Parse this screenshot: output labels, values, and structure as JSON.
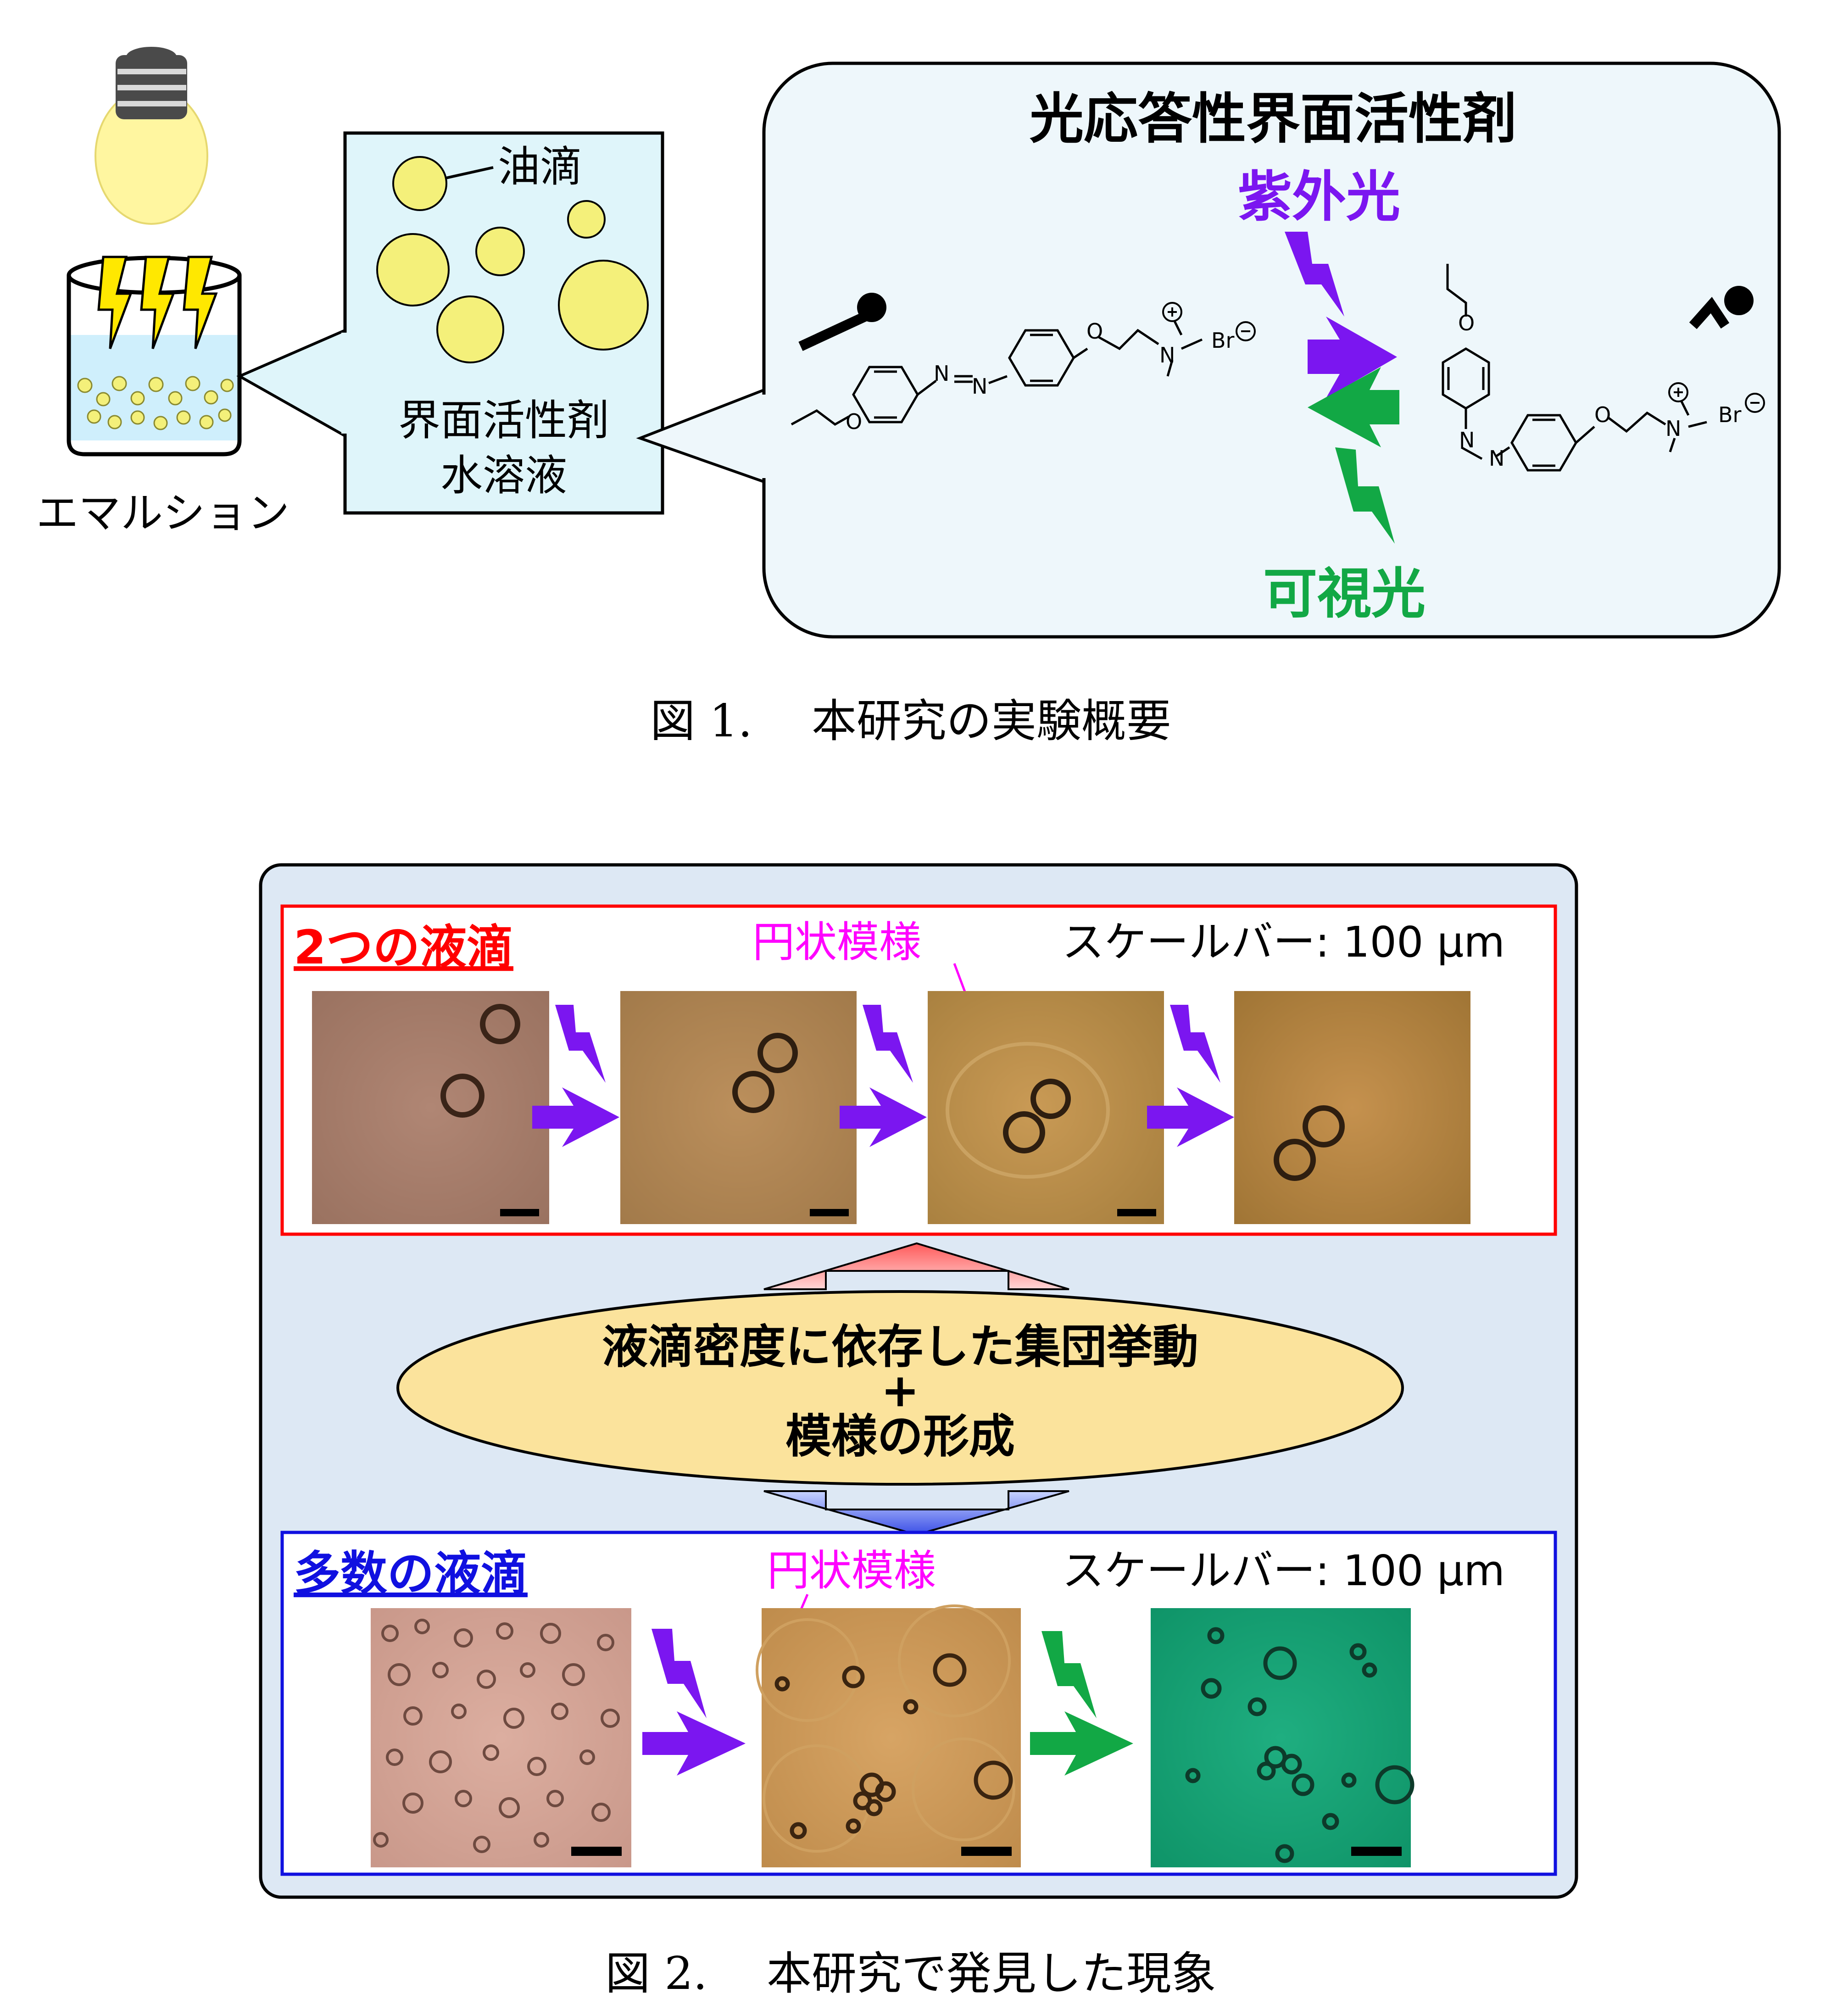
{
  "figure1": {
    "emulsion_label": "エマルション",
    "oil_droplet_label": "油滴",
    "surfactant_solution_label_line1": "界面活性剤",
    "surfactant_solution_label_line2": "水溶液",
    "bubble_title": "光応答性界面活性剤",
    "uv_label": "紫外光",
    "vis_label": "可視光",
    "counterion_left": "Br",
    "counterion_right": "Br",
    "atom_O": "O",
    "atom_N": "N",
    "caption": "図 1.　 本研究の実験概要",
    "colors": {
      "uv": "#7b16f0",
      "vis": "#12a845",
      "bulb": "#fff6a0",
      "droplet": "#f4f07a",
      "panel": "#dff5fa"
    }
  },
  "figure2": {
    "top_panel_title": "2つの液滴",
    "top_pattern_label": "円状模様",
    "top_scale_label": "スケールバー: 100 µm",
    "center_line1": "液滴密度に依存した集団挙動",
    "center_plus": "+",
    "center_line2": "模様の形成",
    "bottom_panel_title": "多数の液滴",
    "bottom_pattern_label": "円状模様",
    "bottom_scale_label": "スケールバー: 100 µm",
    "caption": "図 2.　 本研究で発見した現象",
    "colors": {
      "background": "#dde8f4",
      "top_border": "#ff0000",
      "bottom_border": "#1010e0",
      "pattern_text": "#ff00ff",
      "ellipse": "#fbe39c"
    }
  }
}
